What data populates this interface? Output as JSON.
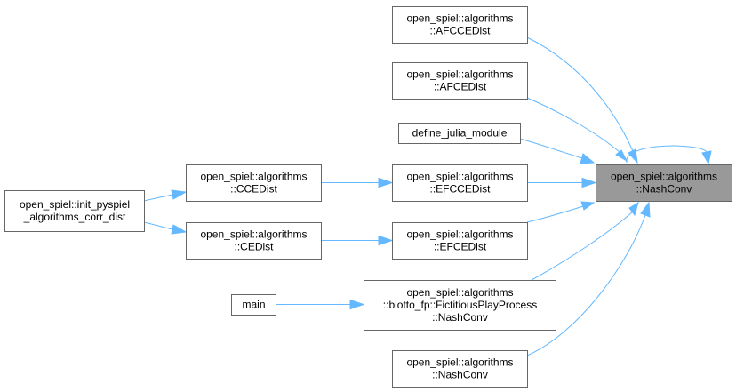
{
  "graph": {
    "nodes": [
      {
        "id": "nashconv",
        "lines": [
          "open_spiel::algorithms",
          "::NashConv"
        ],
        "focus": true
      },
      {
        "id": "afccedist",
        "lines": [
          "open_spiel::algorithms",
          "::AFCCEDist"
        ]
      },
      {
        "id": "afcedist",
        "lines": [
          "open_spiel::algorithms",
          "::AFCEDist"
        ]
      },
      {
        "id": "define_julia",
        "lines": [
          "define_julia_module"
        ]
      },
      {
        "id": "efccedist",
        "lines": [
          "open_spiel::algorithms",
          "::EFCCEDist"
        ]
      },
      {
        "id": "efcedist",
        "lines": [
          "open_spiel::algorithms",
          "::EFCEDist"
        ]
      },
      {
        "id": "blotto",
        "lines": [
          "open_spiel::algorithms",
          "::blotto_fp::FictitiousPlayProcess",
          "::NashConv"
        ]
      },
      {
        "id": "nashconv2",
        "lines": [
          "open_spiel::algorithms",
          "::NashConv"
        ]
      },
      {
        "id": "ccedist",
        "lines": [
          "open_spiel::algorithms",
          "::CCEDist"
        ]
      },
      {
        "id": "cedist",
        "lines": [
          "open_spiel::algorithms",
          "::CEDist"
        ]
      },
      {
        "id": "main",
        "lines": [
          "main"
        ]
      },
      {
        "id": "init_pyspiel",
        "lines": [
          "open_spiel::init_pyspiel",
          "_algorithms_corr_dist"
        ]
      }
    ],
    "edges": [
      {
        "from": "afccedist",
        "to": "nashconv"
      },
      {
        "from": "afcedist",
        "to": "nashconv"
      },
      {
        "from": "define_julia",
        "to": "nashconv"
      },
      {
        "from": "efccedist",
        "to": "nashconv"
      },
      {
        "from": "efcedist",
        "to": "nashconv"
      },
      {
        "from": "blotto",
        "to": "nashconv"
      },
      {
        "from": "nashconv2",
        "to": "nashconv"
      },
      {
        "from": "nashconv",
        "to": "nashconv"
      },
      {
        "from": "ccedist",
        "to": "efccedist"
      },
      {
        "from": "cedist",
        "to": "efcedist"
      },
      {
        "from": "main",
        "to": "blotto"
      },
      {
        "from": "init_pyspiel",
        "to": "ccedist"
      },
      {
        "from": "init_pyspiel",
        "to": "cedist"
      }
    ],
    "colors": {
      "edge": "#63b8ff",
      "node_border": "#666666",
      "focus_fill": "#999999",
      "node_fill": "#ffffff"
    }
  }
}
